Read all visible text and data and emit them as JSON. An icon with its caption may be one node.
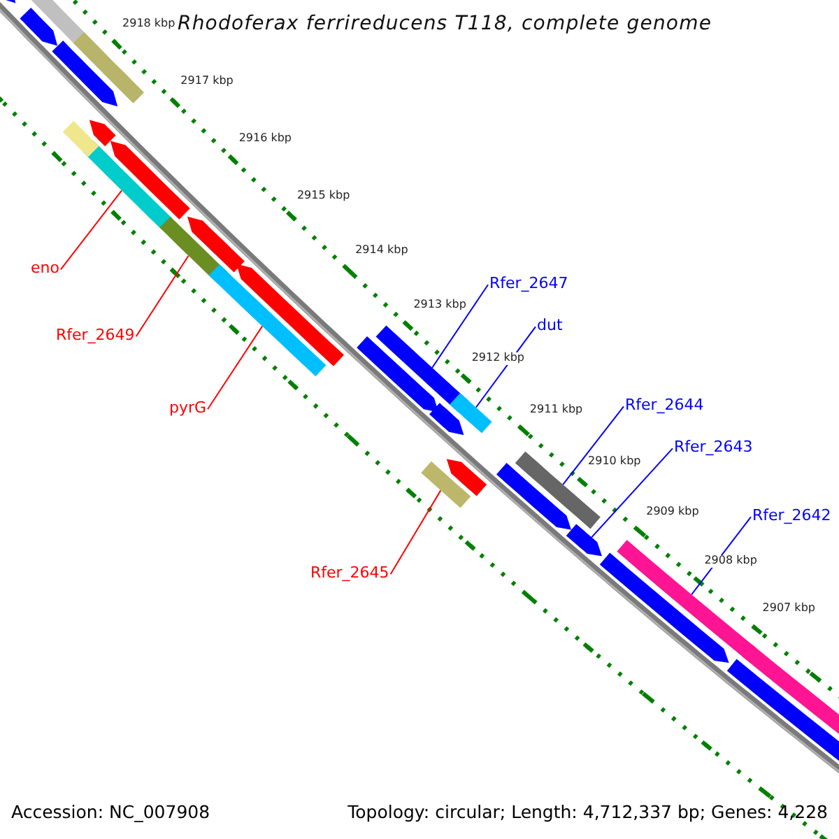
{
  "diagram": {
    "title": "Rhodoferax ferrireducens T118, complete genome",
    "nodes": [
      {
        "text": [
          "Rfer_2647"
        ]
      },
      {
        "text": [
          "dut"
        ]
      },
      {
        "text": [
          "eno"
        ]
      },
      {
        "text": [
          "Rfer_2649"
        ]
      },
      {
        "text": [
          "pyrG"
        ]
      },
      {
        "text": [
          "Rfer_2644"
        ]
      },
      {
        "text": [
          "Rfer_2643"
        ]
      },
      {
        "text": [
          "Rfer_2642"
        ]
      },
      {
        "text": [
          "Rfer_2645"
        ]
      },
      {
        "text": [],
        "shape": "arrow"
      },
      {
        "text": [],
        "shape": "bar"
      },
      {
        "text": [],
        "shape": "bar"
      },
      {
        "text": [],
        "shape": "bar"
      },
      {
        "text": [],
        "shape": "bar"
      },
      {
        "text": [],
        "shape": "bar"
      },
      {
        "text": [],
        "shape": "arrow"
      },
      {
        "text": [],
        "shape": "bar"
      },
      {
        "text": [],
        "shape": "bar"
      },
      {
        "text": [],
        "shape": "arrow"
      },
      {
        "text": [],
        "shape": "arrow"
      },
      {
        "text": [],
        "shape": "arrow"
      },
      {
        "text": [],
        "shape": "arrow"
      },
      {
        "text": [],
        "shape": "arrow"
      },
      {
        "text": [],
        "shape": "arrow"
      },
      {
        "text": [],
        "shape": "arrow"
      },
      {
        "text": [],
        "shape": "arrow"
      },
      {
        "text": [],
        "shape": "bar"
      },
      {
        "text": [],
        "shape": "bar"
      },
      {
        "text": [],
        "shape": "bar"
      },
      {
        "text": [],
        "shape": "arrow"
      },
      {
        "text": [],
        "shape": "arrow"
      },
      {
        "text": [],
        "shape": "arrow"
      },
      {
        "text": [],
        "shape": "arrow"
      },
      {
        "text": [],
        "shape": "arrow"
      },
      {
        "text": [],
        "shape": "bar"
      }
    ],
    "edges": [
      {
        "from": 0,
        "to": 9,
        "arrow": "none"
      },
      {
        "from": 1,
        "to": 10,
        "arrow": "none"
      },
      {
        "from": 2,
        "to": 11,
        "arrow": "none",
        "color": "#ff0000"
      },
      {
        "from": 3,
        "to": 12,
        "arrow": "none",
        "color": "#ff0000"
      },
      {
        "from": 4,
        "to": 13,
        "arrow": "none",
        "color": "#ff0000"
      },
      {
        "from": 5,
        "to": 14,
        "arrow": "none"
      },
      {
        "from": 6,
        "to": 15,
        "arrow": "none"
      },
      {
        "from": 7,
        "to": 16,
        "arrow": "none"
      },
      {
        "from": 8,
        "to": 17,
        "arrow": "none",
        "color": "#ff0000"
      }
    ],
    "labels": [
      "2918 kbp",
      "2917 kbp",
      "2916 kbp",
      "2915 kbp",
      "2914 kbp",
      "2913 kbp",
      "2912 kbp",
      "2911 kbp",
      "2910 kbp",
      "2909 kbp",
      "2908 kbp",
      "2907 kbp",
      "Accession: NC_007908",
      "Topology: circular; Length: 4,712,337 bp; Genes: 4,228"
    ]
  }
}
